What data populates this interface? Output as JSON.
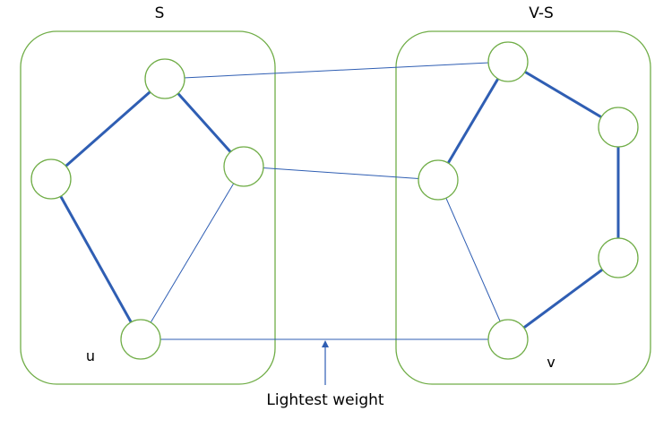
{
  "sets": {
    "left_title": "S",
    "right_title": "V-S"
  },
  "vertices": {
    "u": "u",
    "v": "v"
  },
  "annotation": {
    "text": "Lightest weight"
  },
  "colors": {
    "region_outline": "#70ad47",
    "edge": "#2f5eb3"
  }
}
